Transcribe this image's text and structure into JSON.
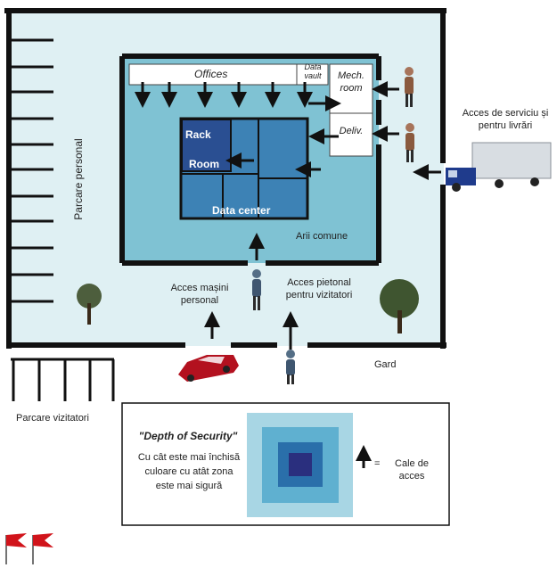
{
  "labels": {
    "offices": "Offices",
    "data_vault": "Data vault",
    "mech_room": "Mech. room",
    "deliv": "Deliv.",
    "rack": "Rack",
    "room": "Room",
    "data_center": "Data center",
    "common_areas": "Arii comune",
    "staff_parking": "Parcare personal",
    "service_access": "Acces de serviciu și pentru livrări",
    "staff_car_access": "Acces mașini personal",
    "pedestrian_access": "Acces pietonal pentru vizitatori",
    "fence": "Gard",
    "visitor_parking": "Parcare vizitatori"
  },
  "legend": {
    "title": "\"Depth of Security\"",
    "description": "Cu cât este mai închisă culoare cu atât zona este mai sigură",
    "arrow_meaning": "Cale de acces",
    "equals": "="
  },
  "colors": {
    "wall": "#111111",
    "site_fill": "#dff0f3",
    "building_fill": "#7fc2d3",
    "datacenter_fill": "#3d82b5",
    "rack_fill": "#2a4f92",
    "legend_outer": "#a8d6e4",
    "legend_2": "#5fb0d0",
    "legend_3": "#2a6faa",
    "legend_inner": "#2a2f7e",
    "car": "#b3111f",
    "truck_cab": "#1f3b8c",
    "flag": "#d1141b"
  }
}
